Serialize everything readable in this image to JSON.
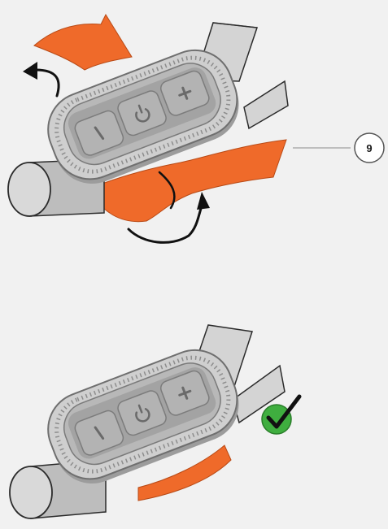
{
  "diagram": {
    "background_color": "#f1f1f1",
    "strap_color": "#ef6a2a",
    "device_color": "#c9c9c9",
    "button_color": "#a9a9a9",
    "bar_color": "#d2d2d2",
    "check_color": "#3fae3f",
    "steps": [
      {
        "name": "attach-strap",
        "arrows": [
          "curved-arrow-up-left-icon",
          "curved-arrow-down-right-icon"
        ],
        "callout": {
          "label": "9"
        }
      },
      {
        "name": "attached-confirmed",
        "status": "checkmark-icon"
      }
    ],
    "buttons": [
      "minus-button-icon",
      "power-button-icon",
      "plus-button-icon"
    ]
  }
}
